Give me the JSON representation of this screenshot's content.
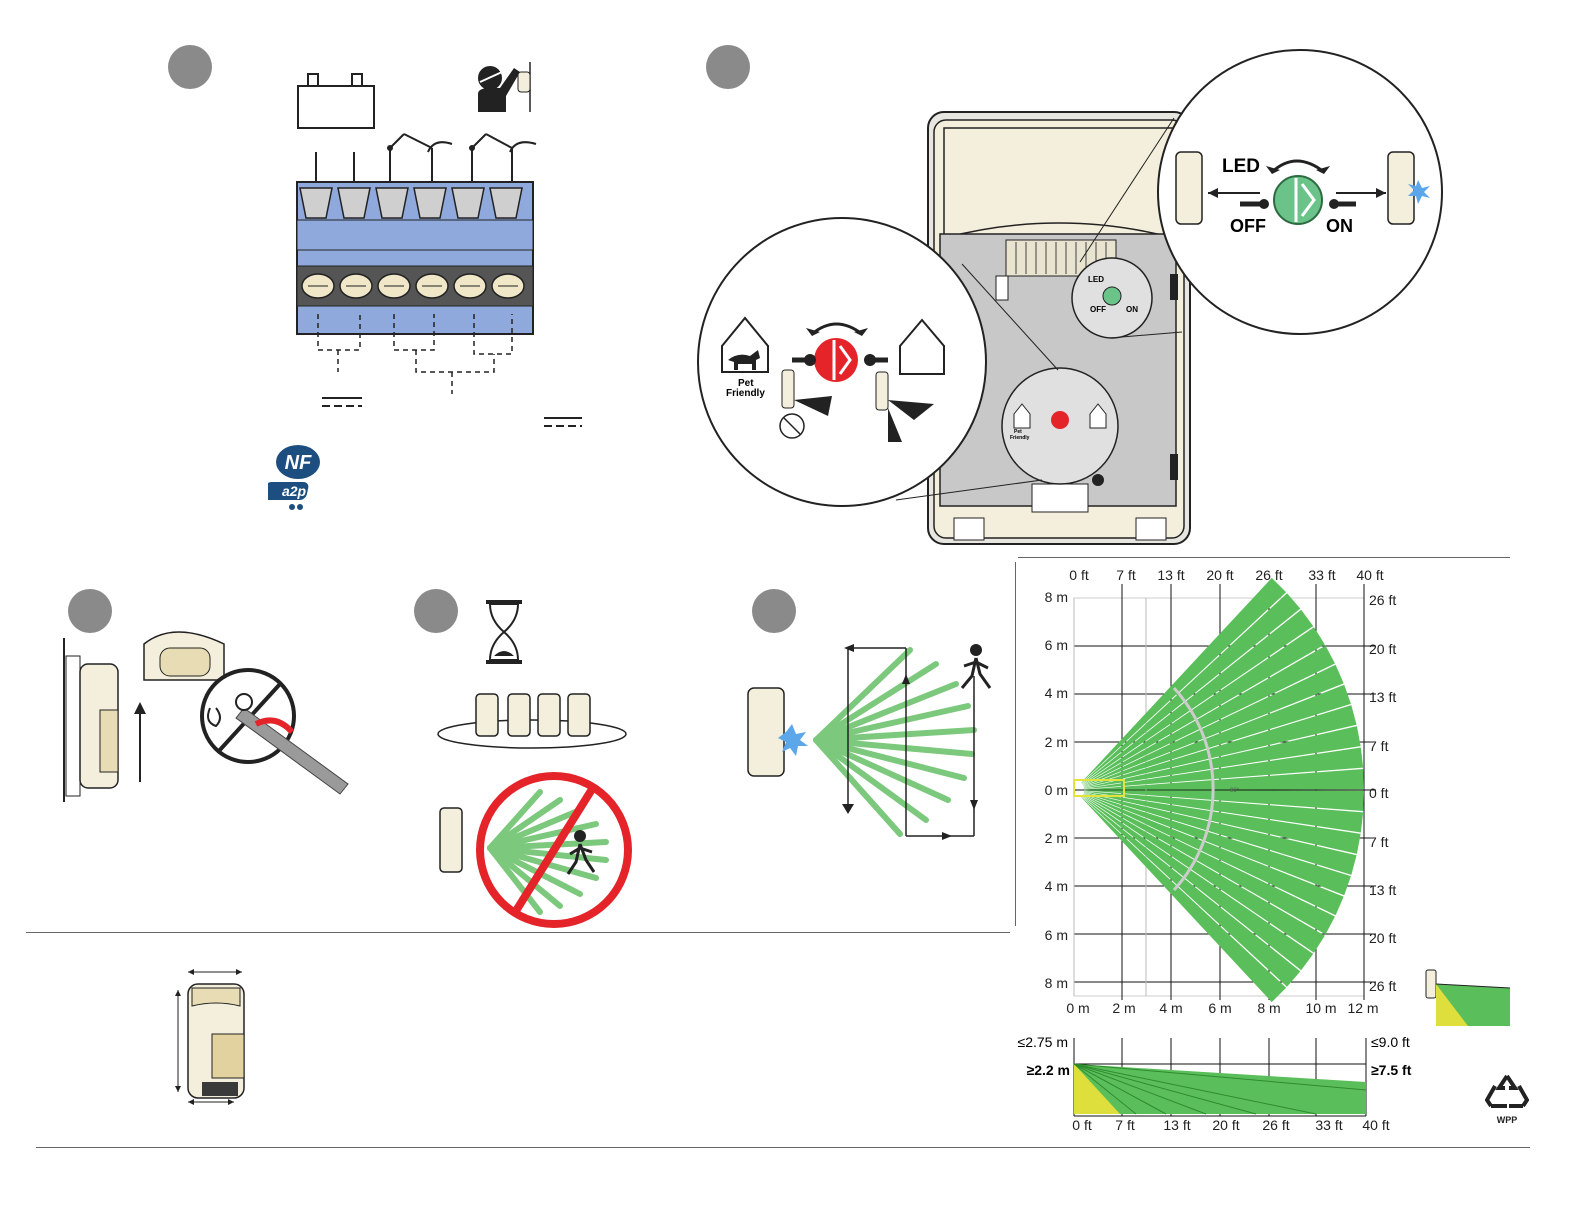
{
  "colors": {
    "badge": "#8a8a8a",
    "terminal_blue": "#8fa9dc",
    "beam_green": "#5abf5a",
    "zone_yellow": "#dede3c",
    "led_green": "#6cc389",
    "pet_red": "#e5242a",
    "device_cream": "#f4efdc"
  },
  "led_panel": {
    "title": "LED",
    "off_label": "OFF",
    "on_label": "ON",
    "mini_title": "LED",
    "mini_off": "OFF",
    "mini_on": "ON"
  },
  "pet_panel": {
    "line1": "Pet",
    "line2": "Friendly",
    "mini_line1": "Pet",
    "mini_line2": "Friendly"
  },
  "coverage_chart": {
    "top_axis": [
      "0 ft",
      "7 ft",
      "13 ft",
      "20 ft",
      "26 ft",
      "33 ft",
      "40 ft"
    ],
    "left_axis": [
      "8 m",
      "6 m",
      "4 m",
      "2 m",
      "0 m",
      "2 m",
      "4 m",
      "6 m",
      "8 m"
    ],
    "right_axis": [
      "26 ft",
      "20 ft",
      "13 ft",
      "7 ft",
      "0 ft",
      "7 ft",
      "13 ft",
      "20 ft",
      "26 ft"
    ],
    "bottom_axis": [
      "0 m",
      "2 m",
      "4 m",
      "6 m",
      "8 m",
      "10 m",
      "12 m"
    ],
    "center_angle": "90°"
  },
  "side_chart": {
    "max_m": "≤2.75 m",
    "min_m": "≥2.2 m",
    "max_ft": "≤9.0 ft",
    "min_ft": "≥7.5 ft",
    "bottom_axis": [
      "0 ft",
      "7 ft",
      "13 ft",
      "20 ft",
      "26 ft",
      "33 ft",
      "40 ft"
    ]
  },
  "logos": {
    "nf": "NF",
    "a2p": "a2p",
    "wpp": "WPP"
  }
}
